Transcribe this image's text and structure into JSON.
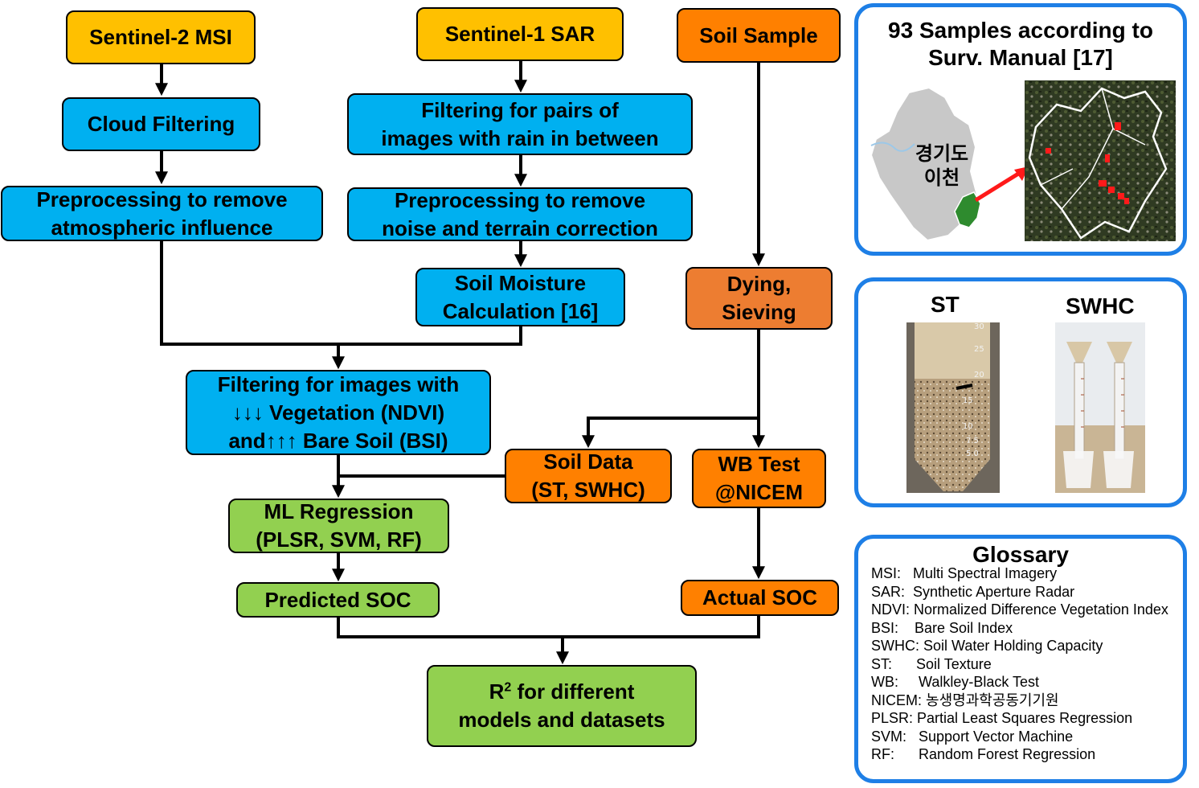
{
  "boxes": {
    "s2": "Sentinel-2 MSI",
    "s1": "Sentinel-1 SAR",
    "soil_sample": "Soil Sample",
    "cloud": "Cloud Filtering",
    "pairs": [
      "Filtering for pairs of",
      "images with rain in between"
    ],
    "pre_atm": [
      "Preprocessing to remove",
      "atmospheric influence"
    ],
    "pre_noise": [
      "Preprocessing to remove",
      "noise and terrain correction"
    ],
    "moisture": [
      "Soil Moisture",
      "Calculation [16]"
    ],
    "dying": [
      "Dying,",
      "Sieving"
    ],
    "veg": [
      "Filtering for images with",
      "↓↓↓ Vegetation (NDVI)",
      "and↑↑↑ Bare Soil (BSI)"
    ],
    "soil_data": [
      "Soil Data",
      "(ST, SWHC)"
    ],
    "wb": [
      "WB Test",
      "@NICEM"
    ],
    "ml": [
      "ML Regression",
      "(PLSR, SVM, RF)"
    ],
    "pred": "Predicted SOC",
    "actual": "Actual SOC",
    "r2_base": "R",
    "r2_sup": "2",
    "r2_rest": " for different",
    "r2_line2": "models and datasets"
  },
  "samples_panel": {
    "title": [
      "93 Samples according to",
      "Surv. Manual [17]"
    ],
    "map_label": [
      "경기도",
      "이천"
    ]
  },
  "photos_panel": {
    "label_st": "ST",
    "label_swhc": "SWHC",
    "tube_marks": [
      "30",
      "25",
      "20",
      "15",
      "10",
      "7.5",
      "5.0"
    ]
  },
  "glossary": {
    "title": "Glossary",
    "items": [
      {
        "abbr": "MSI:   ",
        "text": "Multi Spectral Imagery"
      },
      {
        "abbr": "SAR:  ",
        "text": "Synthetic Aperture Radar"
      },
      {
        "abbr": "NDVI: ",
        "text": "Normalized Difference Vegetation Index"
      },
      {
        "abbr": "BSI:    ",
        "text": "Bare Soil Index"
      },
      {
        "abbr": "SWHC: ",
        "text": "Soil Water Holding Capacity"
      },
      {
        "abbr": "ST:      ",
        "text": "Soil Texture"
      },
      {
        "abbr": "WB:     ",
        "text": "Walkley-Black Test"
      },
      {
        "abbr": "NICEM: ",
        "text": "농생명과학공동기기원"
      },
      {
        "abbr": "PLSR: ",
        "text": "Partial Least Squares Regression"
      },
      {
        "abbr": "SVM:   ",
        "text": "Support Vector Machine"
      },
      {
        "abbr": "RF:      ",
        "text": "Random Forest Regression"
      }
    ]
  },
  "colors": {
    "yellow": "#ffc000",
    "blue": "#00b0f0",
    "orange": "#ff8000",
    "orange_dark": "#ed7d31",
    "green": "#92d050",
    "panel_border": "#1e7fe6",
    "marker_red": "#ff1a1a"
  }
}
